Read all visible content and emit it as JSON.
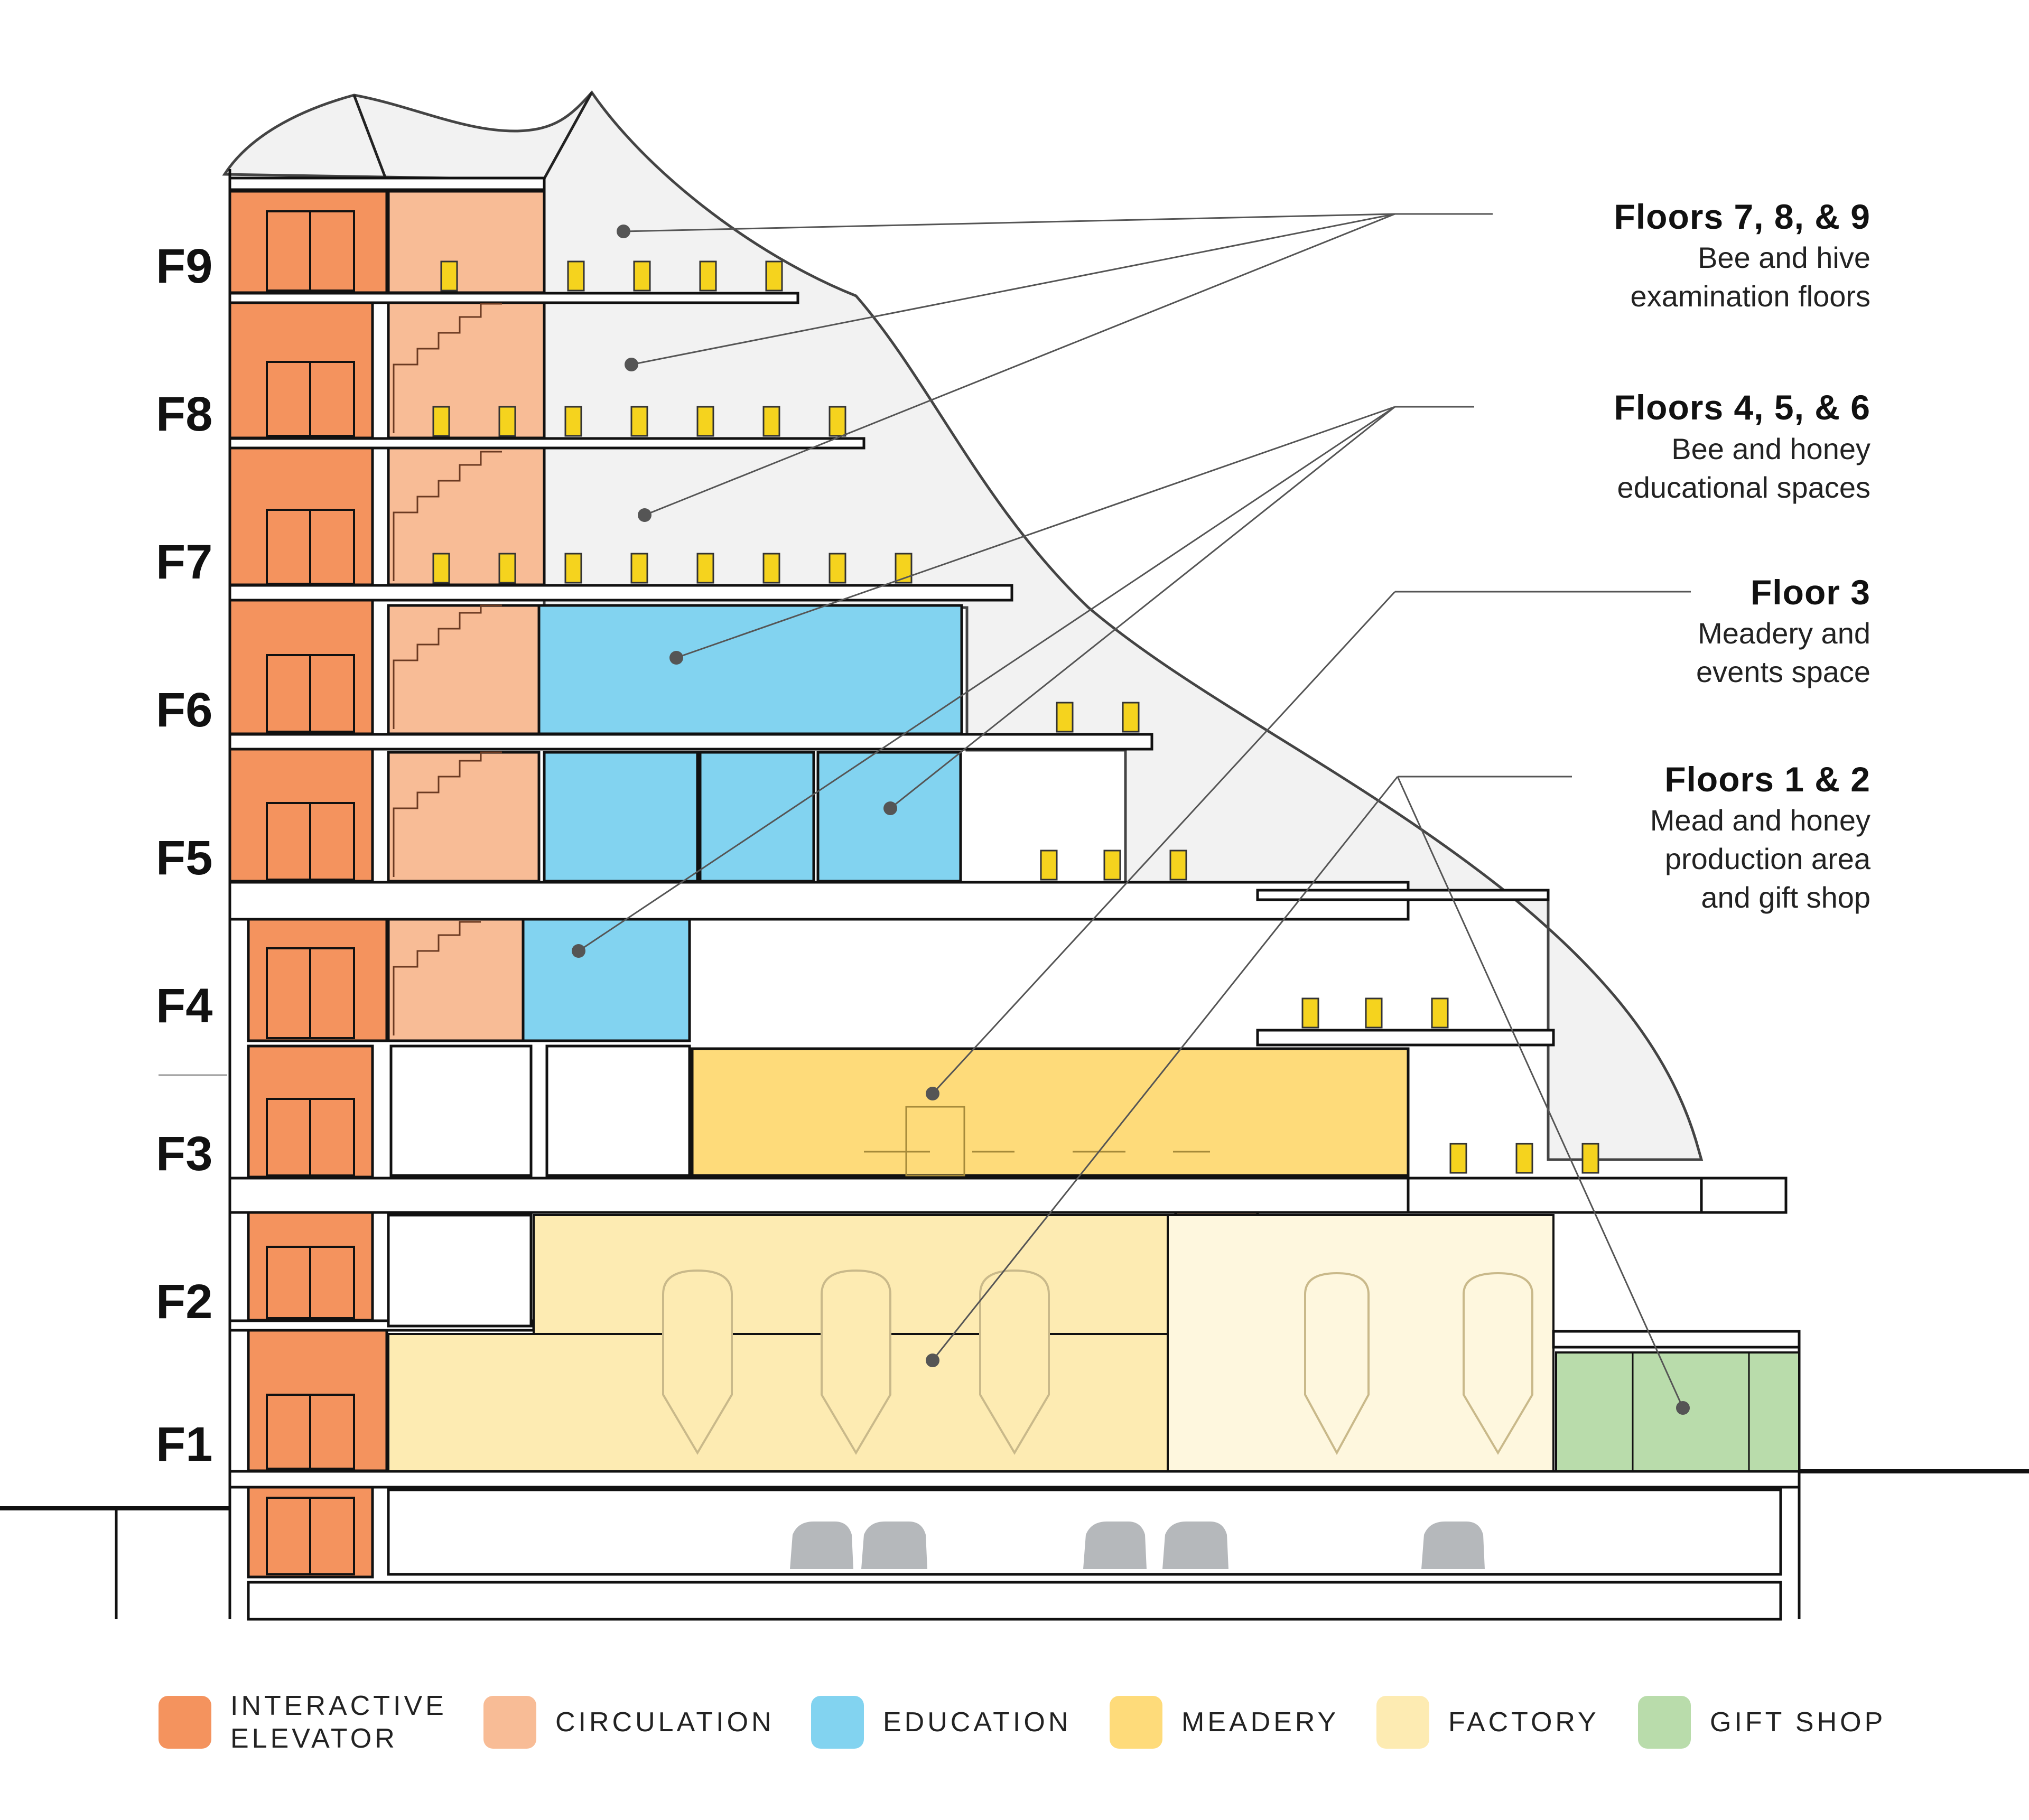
{
  "floors": [
    "F9",
    "F8",
    "F7",
    "F6",
    "F5",
    "F4",
    "F3",
    "F2",
    "F1"
  ],
  "annotations": [
    {
      "title": "Floors 7, 8, & 9",
      "lines": [
        "Bee and hive",
        "examination floors"
      ]
    },
    {
      "title": "Floors 4, 5, & 6",
      "lines": [
        "Bee and honey",
        "educational spaces"
      ]
    },
    {
      "title": "Floor 3",
      "lines": [
        "Meadery and",
        "events space"
      ]
    },
    {
      "title": "Floors 1 & 2",
      "lines": [
        "Mead and honey",
        "production area",
        "and gift shop"
      ]
    }
  ],
  "legend": [
    {
      "label_1": "INTERACTIVE",
      "label_2": "ELEVATOR",
      "color": "#f4935e"
    },
    {
      "label_1": "CIRCULATION",
      "label_2": "",
      "color": "#f8bc96"
    },
    {
      "label_1": "EDUCATION",
      "label_2": "",
      "color": "#82d3f0"
    },
    {
      "label_1": "MEADERY",
      "label_2": "",
      "color": "#fedb7a"
    },
    {
      "label_1": "FACTORY",
      "label_2": "",
      "color": "#fdebb2"
    },
    {
      "label_1": "GIFT SHOP",
      "label_2": "",
      "color": "#b9dcab"
    }
  ],
  "colors": {
    "elevator": "#f4935e",
    "circulation": "#f8bc96",
    "education": "#82d3f0",
    "meadery": "#fedb7a",
    "factory": "#fdebb2",
    "gift_shop": "#b9dcab",
    "envelope": "#f2f2f2",
    "hive": "#f5d31e",
    "car": "#b5b8bb"
  },
  "icons": [
    "beehive-icon",
    "car-icon",
    "fermentation-tank-icon",
    "elevator-door-icon",
    "staircase-icon"
  ]
}
